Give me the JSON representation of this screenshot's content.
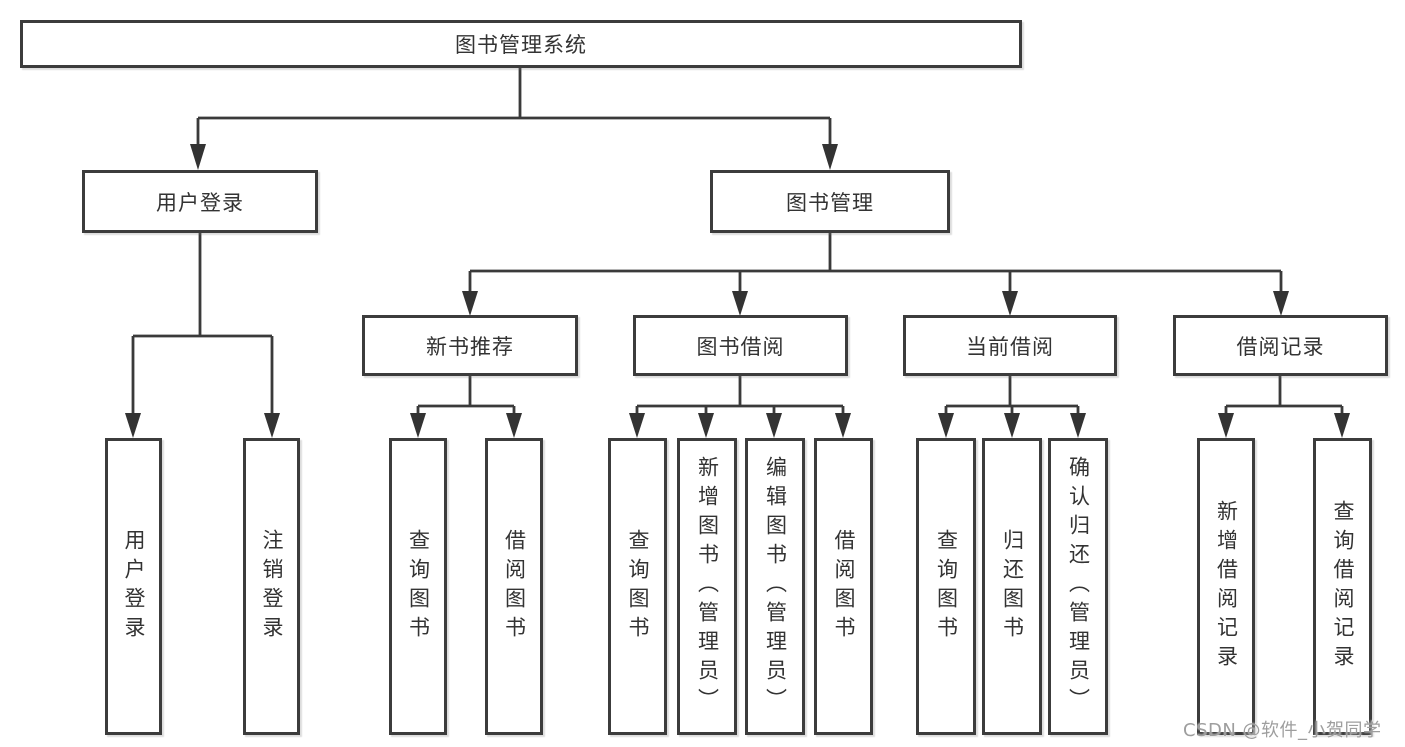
{
  "diagram": {
    "root": {
      "label": "图书管理系统"
    },
    "branches": [
      {
        "label": "用户登录",
        "children": [
          {
            "label": "用户登录"
          },
          {
            "label": "注销登录"
          }
        ]
      },
      {
        "label": "图书管理",
        "children": [
          {
            "label": "新书推荐",
            "children": [
              {
                "label": "查询图书"
              },
              {
                "label": "借阅图书"
              }
            ]
          },
          {
            "label": "图书借阅",
            "children": [
              {
                "label": "查询图书"
              },
              {
                "label": "新增图书（管理员）"
              },
              {
                "label": "编辑图书（管理员）"
              },
              {
                "label": "借阅图书"
              }
            ]
          },
          {
            "label": "当前借阅",
            "children": [
              {
                "label": "查询图书"
              },
              {
                "label": "归还图书"
              },
              {
                "label": "确认归还（管理员）"
              }
            ]
          },
          {
            "label": "借阅记录",
            "children": [
              {
                "label": "新增借阅记录"
              },
              {
                "label": "查询借阅记录"
              }
            ]
          }
        ]
      }
    ]
  },
  "watermark": {
    "text": "CSDN @软件_小贺同学"
  },
  "colors": {
    "background": "#ffffff",
    "box_fill": "#ffffff",
    "box_border": "#3c3c3c",
    "line": "#3a3a3a",
    "arrow": "#333333",
    "text": "#333333",
    "watermark": "#9e9e9e"
  }
}
